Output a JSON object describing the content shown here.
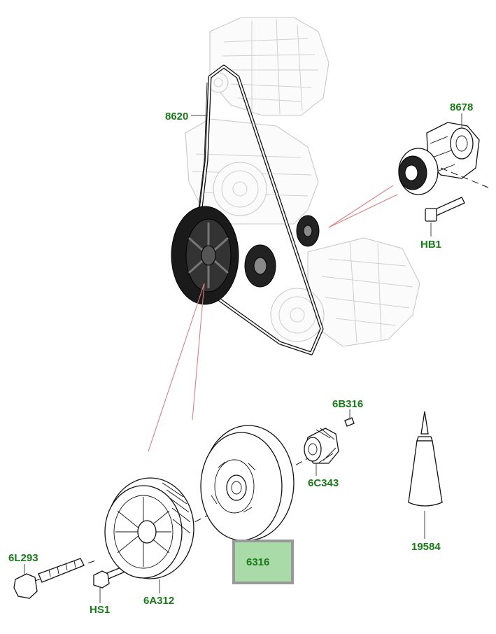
{
  "labels": {
    "belt": "8620",
    "tensioner": "8678",
    "tensioner_bolt": "HB1",
    "key": "6B316",
    "sprocket": "6C343",
    "damper": "6316",
    "sealant": "19584",
    "crank_bolt": "6L293",
    "pulley_bolt": "HS1",
    "crank_pulley": "6A312"
  },
  "colors": {
    "label_text": "#1a7a1a",
    "highlight_fill": "#a8dba8",
    "highlight_border": "#999999",
    "leader_red": "#d98080"
  },
  "highlighted_part": "damper"
}
